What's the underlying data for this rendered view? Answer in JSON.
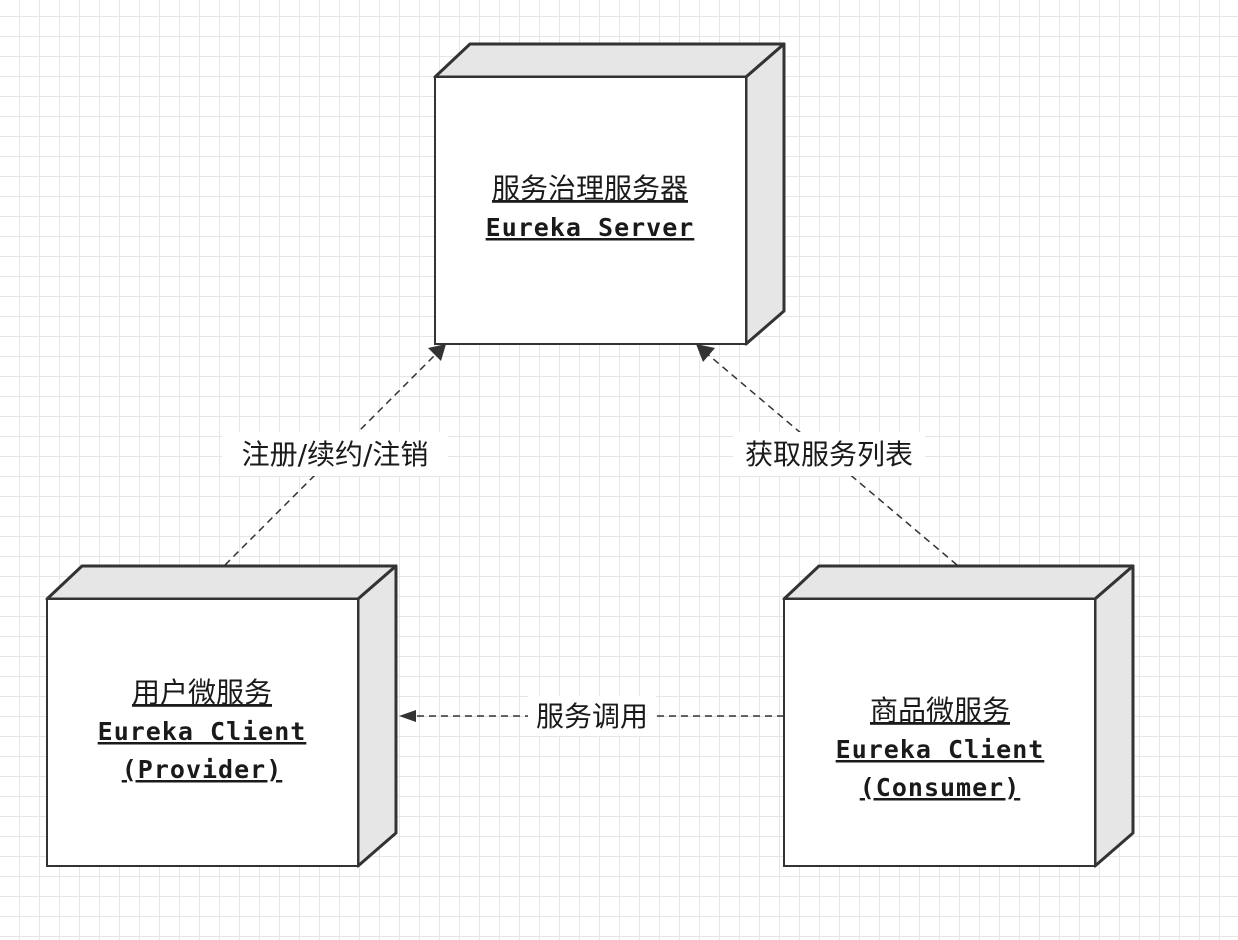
{
  "nodes": {
    "server": {
      "title": "服务治理服务器",
      "subtitle": "Eureka Server"
    },
    "provider": {
      "title": "用户微服务",
      "subtitle": "Eureka Client",
      "role": "(Provider)"
    },
    "consumer": {
      "title": "商品微服务",
      "subtitle": "Eureka Client",
      "role": "(Consumer)"
    }
  },
  "edges": {
    "provider_to_server": {
      "label": "注册/续约/注销"
    },
    "consumer_to_server": {
      "label": "获取服务列表"
    },
    "consumer_to_provider": {
      "label": "服务调用"
    }
  },
  "colors": {
    "grid": "#e6e6e6",
    "stroke": "#333333",
    "face": "#ffffff",
    "shade": "#e6e6e6"
  }
}
